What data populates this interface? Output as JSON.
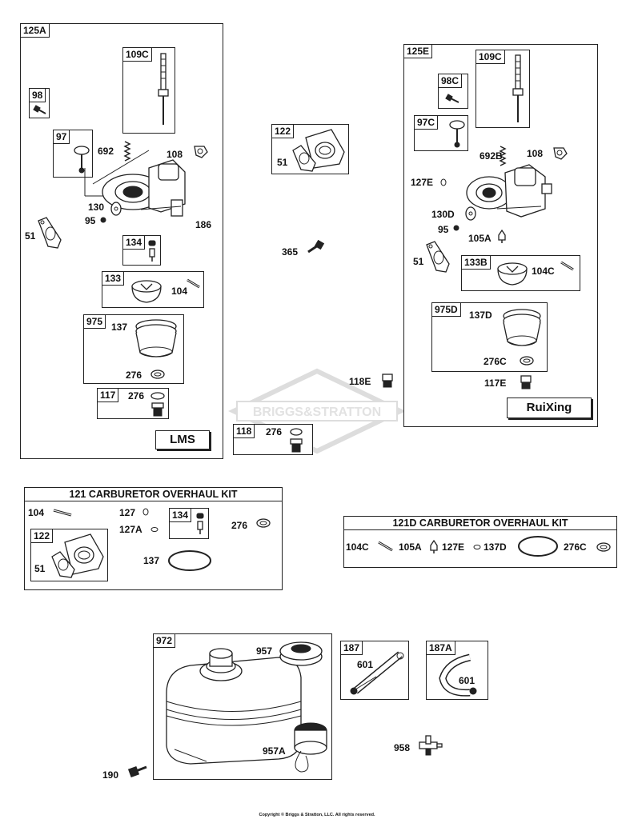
{
  "groups": {
    "lms": {
      "tag": "125A",
      "brand": "LMS",
      "subs": {
        "s98": "98",
        "s109c": "109C",
        "s97": "97",
        "s134": "134",
        "s133": "133",
        "s975": "975",
        "s117": "117"
      },
      "labels": {
        "l692": "692",
        "l108": "108",
        "l130": "130",
        "l95": "95",
        "l186": "186",
        "l51": "51",
        "l104": "104",
        "l137": "137",
        "l276a": "276",
        "l276b": "276"
      }
    },
    "middle": {
      "s122": "122",
      "l51": "51",
      "l365": "365",
      "l118e": "118E",
      "s118": "118",
      "l276": "276"
    },
    "ruixing": {
      "tag": "125E",
      "brand": "RuiXing",
      "subs": {
        "s109c": "109C",
        "s98c": "98C",
        "s97c": "97C",
        "s133b": "133B",
        "s975d": "975D"
      },
      "labels": {
        "l692b": "692B",
        "l108": "108",
        "l127e": "127E",
        "l130d": "130D",
        "l95": "95",
        "l105a": "105A",
        "l51": "51",
        "l104c": "104C",
        "l137d": "137D",
        "l276c": "276C",
        "l117e": "117E"
      }
    }
  },
  "kit121": {
    "title": "121 CARBURETOR OVERHAUL KIT",
    "s134": "134",
    "s122": "122",
    "labels": {
      "l104": "104",
      "l127": "127",
      "l127a": "127A",
      "l276": "276",
      "l51": "51",
      "l137": "137"
    }
  },
  "kit121d": {
    "title": "121D CARBURETOR OVERHAUL KIT",
    "labels": {
      "l104c": "104C",
      "l105a": "105A",
      "l127e": "127E",
      "l137d": "137D",
      "l276c": "276C"
    }
  },
  "tank": {
    "tag": "972",
    "labels": {
      "l957": "957",
      "l957a": "957A",
      "l190": "190",
      "l958": "958"
    }
  },
  "lines": {
    "s187": "187",
    "s187a": "187A",
    "l601a": "601",
    "l601b": "601"
  },
  "watermark": "BRIGGS&STRATTON",
  "copyright": "Copyright © Briggs & Stratton, LLC. All rights reserved."
}
